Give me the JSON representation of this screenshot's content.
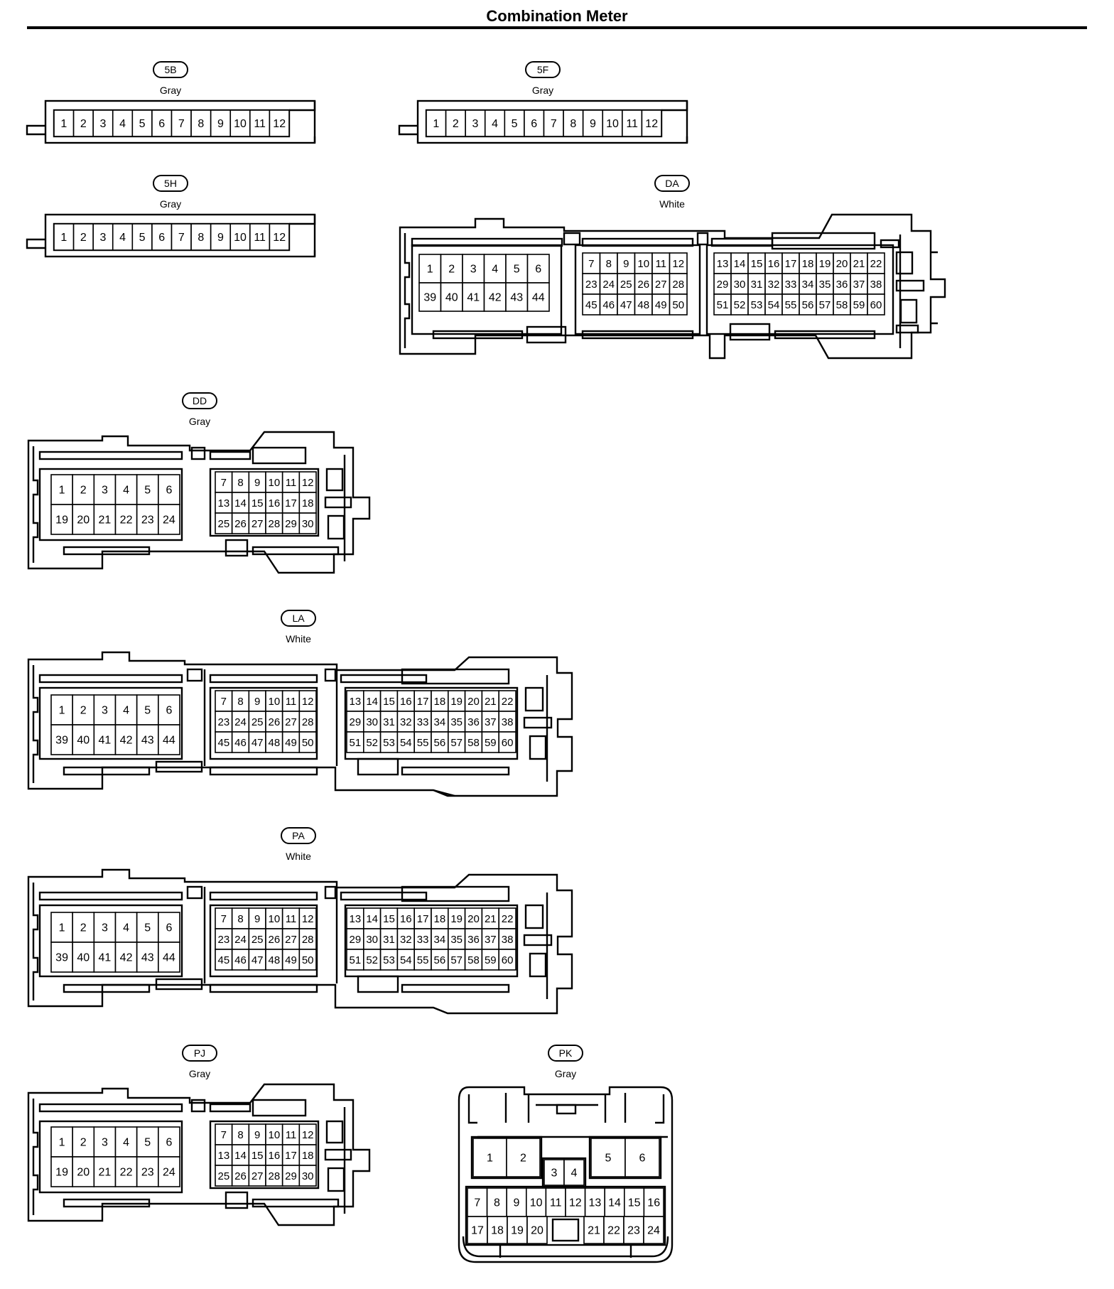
{
  "title": "Combination Meter",
  "connectors": [
    {
      "id": "5B",
      "color": "Gray",
      "pins": [
        "1",
        "2",
        "3",
        "4",
        "5",
        "6",
        "7",
        "8",
        "9",
        "10",
        "11",
        "12"
      ]
    },
    {
      "id": "5F",
      "color": "Gray",
      "pins": [
        "1",
        "2",
        "3",
        "4",
        "5",
        "6",
        "7",
        "8",
        "9",
        "10",
        "11",
        "12"
      ]
    },
    {
      "id": "5H",
      "color": "Gray",
      "pins": [
        "1",
        "2",
        "3",
        "4",
        "5",
        "6",
        "7",
        "8",
        "9",
        "10",
        "11",
        "12"
      ]
    },
    {
      "id": "DA",
      "color": "White",
      "pins": [
        "1",
        "2",
        "3",
        "4",
        "5",
        "6",
        "39",
        "40",
        "41",
        "42",
        "43",
        "44",
        "7",
        "8",
        "9",
        "10",
        "11",
        "12",
        "23",
        "24",
        "25",
        "26",
        "27",
        "28",
        "45",
        "46",
        "47",
        "48",
        "49",
        "50",
        "13",
        "14",
        "15",
        "16",
        "17",
        "18",
        "19",
        "20",
        "21",
        "22",
        "29",
        "30",
        "31",
        "32",
        "33",
        "34",
        "35",
        "36",
        "37",
        "38",
        "51",
        "52",
        "53",
        "54",
        "55",
        "56",
        "57",
        "58",
        "59",
        "60"
      ]
    },
    {
      "id": "DD",
      "color": "Gray",
      "pins": [
        "1",
        "2",
        "3",
        "4",
        "5",
        "6",
        "19",
        "20",
        "21",
        "22",
        "23",
        "24",
        "7",
        "8",
        "9",
        "10",
        "11",
        "12",
        "13",
        "14",
        "15",
        "16",
        "17",
        "18",
        "25",
        "26",
        "27",
        "28",
        "29",
        "30"
      ]
    },
    {
      "id": "LA",
      "color": "White",
      "pins": [
        "1",
        "2",
        "3",
        "4",
        "5",
        "6",
        "39",
        "40",
        "41",
        "42",
        "43",
        "44",
        "7",
        "8",
        "9",
        "10",
        "11",
        "12",
        "23",
        "24",
        "25",
        "26",
        "27",
        "28",
        "45",
        "46",
        "47",
        "48",
        "49",
        "50",
        "13",
        "14",
        "15",
        "16",
        "17",
        "18",
        "19",
        "20",
        "21",
        "22",
        "29",
        "30",
        "31",
        "32",
        "33",
        "34",
        "35",
        "36",
        "37",
        "38",
        "51",
        "52",
        "53",
        "54",
        "55",
        "56",
        "57",
        "58",
        "59",
        "60"
      ]
    },
    {
      "id": "PA",
      "color": "White",
      "pins": [
        "1",
        "2",
        "3",
        "4",
        "5",
        "6",
        "39",
        "40",
        "41",
        "42",
        "43",
        "44",
        "7",
        "8",
        "9",
        "10",
        "11",
        "12",
        "23",
        "24",
        "25",
        "26",
        "27",
        "28",
        "45",
        "46",
        "47",
        "48",
        "49",
        "50",
        "13",
        "14",
        "15",
        "16",
        "17",
        "18",
        "19",
        "20",
        "21",
        "22",
        "29",
        "30",
        "31",
        "32",
        "33",
        "34",
        "35",
        "36",
        "37",
        "38",
        "51",
        "52",
        "53",
        "54",
        "55",
        "56",
        "57",
        "58",
        "59",
        "60"
      ]
    },
    {
      "id": "PJ",
      "color": "Gray",
      "pins": [
        "1",
        "2",
        "3",
        "4",
        "5",
        "6",
        "19",
        "20",
        "21",
        "22",
        "23",
        "24",
        "7",
        "8",
        "9",
        "10",
        "11",
        "12",
        "13",
        "14",
        "15",
        "16",
        "17",
        "18",
        "25",
        "26",
        "27",
        "28",
        "29",
        "30"
      ]
    },
    {
      "id": "PK",
      "color": "Gray",
      "pins": [
        "1",
        "2",
        "3",
        "4",
        "5",
        "6",
        "7",
        "8",
        "9",
        "10",
        "11",
        "12",
        "13",
        "14",
        "15",
        "16",
        "17",
        "18",
        "19",
        "20",
        "21",
        "22",
        "23",
        "24"
      ]
    }
  ]
}
